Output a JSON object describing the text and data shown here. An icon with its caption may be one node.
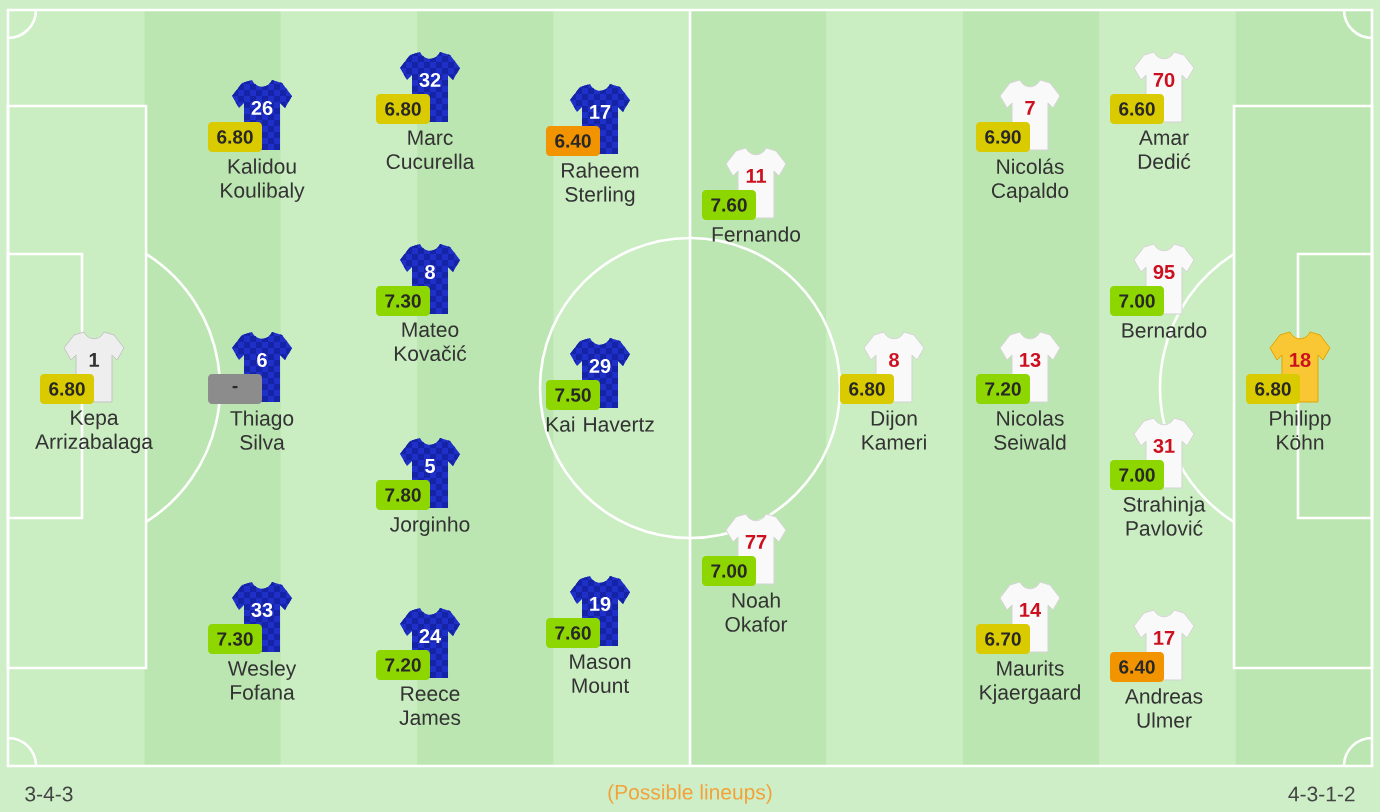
{
  "diagram": {
    "nodes": [
      {
        "text": [
          "1"
        ],
        "beside": [
          "Kepa Arrizabalaga"
        ]
      },
      {
        "text": [
          "6.80"
        ]
      },
      {
        "text": [
          "26"
        ],
        "beside": [
          "Kalidou Koulibaly"
        ]
      },
      {
        "text": [
          "6.80"
        ]
      },
      {
        "text": [
          "6"
        ],
        "beside": [
          "Thiago Silva"
        ]
      },
      {
        "text": [
          "-"
        ]
      },
      {
        "text": [
          "33"
        ],
        "beside": [
          "Wesley Fofana"
        ]
      },
      {
        "text": [
          "7.30"
        ]
      },
      {
        "text": [
          "32"
        ],
        "beside": [
          "Marc Cucurella"
        ]
      },
      {
        "text": [
          "6.80"
        ]
      },
      {
        "text": [
          "8"
        ],
        "beside": [
          "Mateo Kovačić"
        ]
      },
      {
        "text": [
          "7.30"
        ]
      },
      {
        "text": [
          "5"
        ],
        "beside": [
          "Jorginho"
        ]
      },
      {
        "text": [
          "7.80"
        ]
      },
      {
        "text": [
          "24"
        ],
        "beside": [
          "Reece James"
        ]
      },
      {
        "text": [
          "7.20"
        ]
      },
      {
        "text": [
          "17"
        ],
        "beside": [
          "Raheem Sterling"
        ]
      },
      {
        "text": [
          "6.40"
        ]
      },
      {
        "text": [
          "29"
        ],
        "beside": [
          "Kai Havertz"
        ]
      },
      {
        "text": [
          "7.50"
        ]
      },
      {
        "text": [
          "19"
        ],
        "beside": [
          "Mason Mount"
        ]
      },
      {
        "text": [
          "7.60"
        ]
      },
      {
        "text": [
          "11"
        ],
        "beside": [
          "Fernando"
        ]
      },
      {
        "text": [
          "7.60"
        ]
      },
      {
        "text": [
          "77"
        ],
        "beside": [
          "Noah Okafor"
        ]
      },
      {
        "text": [
          "7.00"
        ]
      },
      {
        "text": [
          "8"
        ],
        "beside": [
          "Dijon Kameri"
        ]
      },
      {
        "text": [
          "6.80"
        ]
      },
      {
        "text": [
          "7"
        ],
        "beside": [
          "Nicolás Capaldo"
        ]
      },
      {
        "text": [
          "6.90"
        ]
      },
      {
        "text": [
          "13"
        ],
        "beside": [
          "Nicolas Seiwald"
        ]
      },
      {
        "text": [
          "7.20"
        ]
      },
      {
        "text": [
          "14"
        ],
        "beside": [
          "Maurits Kjaergaard"
        ]
      },
      {
        "text": [
          "6.70"
        ]
      },
      {
        "text": [
          "70"
        ],
        "beside": [
          "Amar Dedić"
        ]
      },
      {
        "text": [
          "6.60"
        ]
      },
      {
        "text": [
          "95"
        ],
        "beside": [
          "Bernardo"
        ]
      },
      {
        "text": [
          "7.00"
        ]
      },
      {
        "text": [
          "31"
        ],
        "beside": [
          "Strahinja Pavlović"
        ]
      },
      {
        "text": [
          "7.00"
        ]
      },
      {
        "text": [
          "17"
        ],
        "beside": [
          "Andreas Ulmer"
        ]
      },
      {
        "text": [
          "6.40"
        ]
      },
      {
        "text": [
          "18"
        ],
        "beside": [
          "Philipp Köhn"
        ]
      },
      {
        "text": [
          "6.80"
        ]
      }
    ],
    "labels": [
      "3-4-3",
      "(Possible lineups)",
      "4-3-1-2"
    ]
  }
}
